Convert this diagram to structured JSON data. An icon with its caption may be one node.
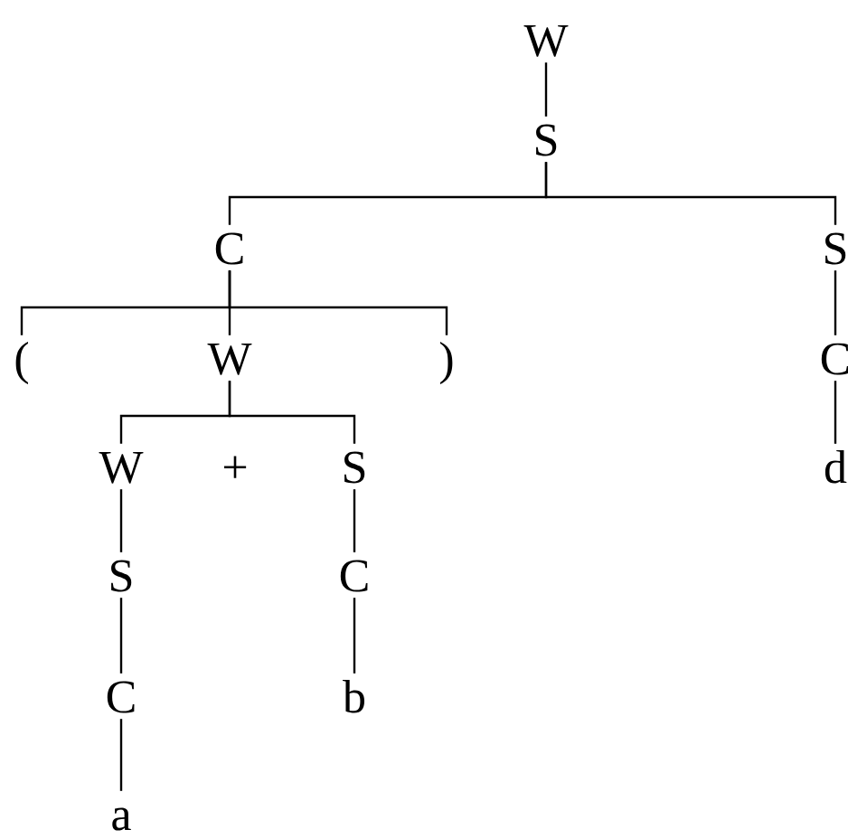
{
  "diagram": {
    "nodes": [
      {
        "text": [
          "W"
        ]
      },
      {
        "text": [
          "S"
        ]
      },
      {
        "text": [
          "C"
        ]
      },
      {
        "text": [
          "S"
        ]
      },
      {
        "text": [
          "("
        ]
      },
      {
        "text": [
          "W"
        ]
      },
      {
        "text": [
          ")"
        ]
      },
      {
        "text": [
          "C"
        ]
      },
      {
        "text": [
          "W"
        ]
      },
      {
        "text": [
          "S"
        ]
      },
      {
        "text": [
          "d"
        ]
      },
      {
        "text": [
          "S"
        ]
      },
      {
        "text": [
          "C"
        ]
      },
      {
        "text": [
          "C"
        ]
      },
      {
        "text": [
          "b"
        ]
      },
      {
        "text": [
          "a"
        ]
      }
    ],
    "edges": [
      {
        "from": 0,
        "to": 1,
        "arrow": "none"
      },
      {
        "from": 1,
        "to": 2,
        "arrow": "none"
      },
      {
        "from": 1,
        "to": 3,
        "arrow": "none"
      },
      {
        "from": 2,
        "to": 4,
        "arrow": "none"
      },
      {
        "from": 2,
        "to": 5,
        "arrow": "none"
      },
      {
        "from": 2,
        "to": 6,
        "arrow": "none"
      },
      {
        "from": 3,
        "to": 7,
        "arrow": "none"
      },
      {
        "from": 5,
        "to": 8,
        "arrow": "none"
      },
      {
        "from": 5,
        "to": 9,
        "arrow": "none"
      },
      {
        "from": 7,
        "to": 10,
        "arrow": "none"
      },
      {
        "from": 8,
        "to": 11,
        "arrow": "none"
      },
      {
        "from": 9,
        "to": 12,
        "arrow": "none"
      },
      {
        "from": 11,
        "to": 13,
        "arrow": "none"
      },
      {
        "from": 12,
        "to": 14,
        "arrow": "none"
      },
      {
        "from": 13,
        "to": 15,
        "arrow": "none"
      }
    ],
    "labels": [
      "+"
    ]
  }
}
